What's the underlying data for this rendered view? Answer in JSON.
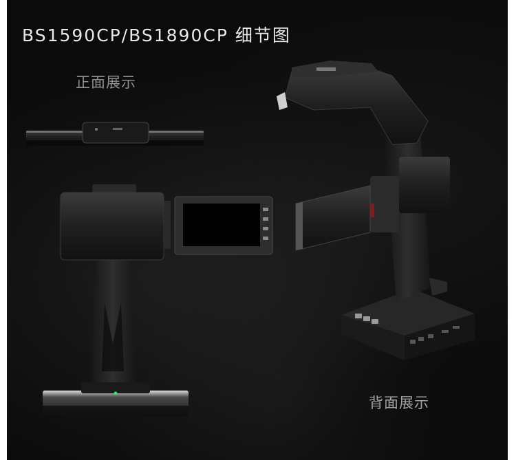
{
  "title": "BS1590CP/BS1890CP 细节图",
  "labels": {
    "front": "正面展示",
    "back": "背面展示"
  },
  "colors": {
    "background": "#0b0b0b",
    "device_body": "#1e1e1e",
    "device_highlight": "#3a3a3a",
    "screen": "#000000",
    "indicator": "#37e07a"
  }
}
